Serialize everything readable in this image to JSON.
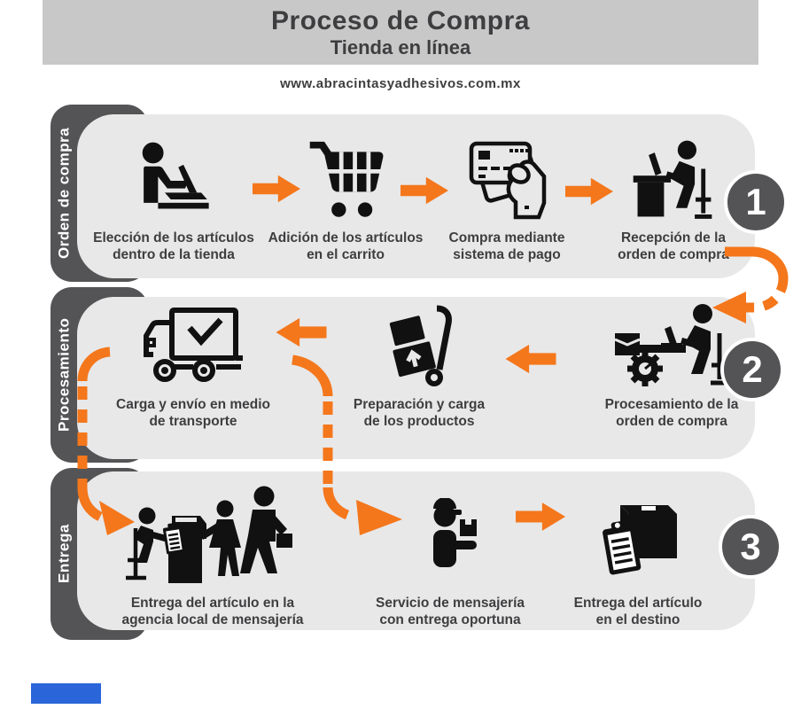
{
  "header": {
    "title": "Proceso de Compra",
    "subtitle": "Tienda en línea",
    "url": "www.abracintasyadhesivos.com.mx"
  },
  "colors": {
    "accent_orange": "#F4771C",
    "dark_gray": "#545456",
    "row_background": "#E8E8E8",
    "header_band": "#C8C8C8",
    "text": "#3E3E40",
    "bottom_bar_blue": "#2A66D9"
  },
  "rows": [
    {
      "label": "Orden de compra",
      "number": "1",
      "flow_direction": "left-to-right",
      "steps": [
        {
          "icon": "person-laptop-icon",
          "caption": "Elección de los artículos\ndentro de la tienda"
        },
        {
          "icon": "shopping-cart-icon",
          "caption": "Adición de los artículos\nen el carrito"
        },
        {
          "icon": "credit-card-hand-icon",
          "caption": "Compra mediante\nsistema de pago"
        },
        {
          "icon": "reception-desk-icon",
          "caption": "Recepción de la\norden de compra"
        }
      ]
    },
    {
      "label": "Procesamiento",
      "number": "2",
      "flow_direction": "right-to-left",
      "steps": [
        {
          "icon": "delivery-truck-icon",
          "caption": "Carga y envío en medio\nde transporte"
        },
        {
          "icon": "handtruck-boxes-icon",
          "caption": "Preparación y carga\nde los productos"
        },
        {
          "icon": "processing-desk-icon",
          "caption": "Procesamiento de la\norden de compra"
        }
      ]
    },
    {
      "label": "Entrega",
      "number": "3",
      "flow_direction": "left-to-right",
      "steps": [
        {
          "icon": "agency-counter-icon",
          "caption": "Entrega del artículo en la\nagencia local de mensajería"
        },
        {
          "icon": "courier-person-icon",
          "caption": "Servicio de mensajería\ncon entrega oportuna"
        },
        {
          "icon": "package-clipboard-icon",
          "caption": "Entrega del artículo\nen el destino"
        }
      ]
    }
  ]
}
